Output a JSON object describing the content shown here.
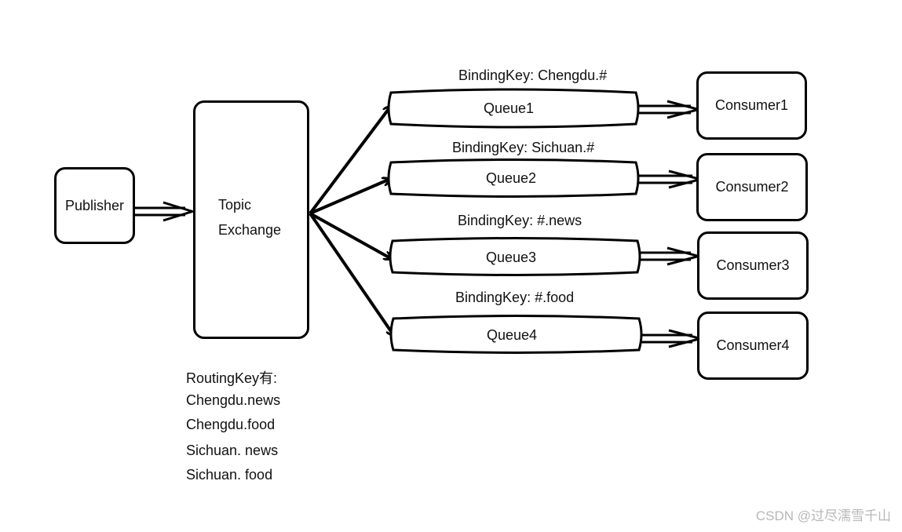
{
  "publisher": {
    "label": "Publisher"
  },
  "exchange": {
    "line1": "Topic",
    "line2": "Exchange"
  },
  "queues": [
    {
      "name": "Queue1",
      "binding_key": "BindingKey: Chengdu.#",
      "consumer": "Consumer1"
    },
    {
      "name": "Queue2",
      "binding_key": "BindingKey: Sichuan.#",
      "consumer": "Consumer2"
    },
    {
      "name": "Queue3",
      "binding_key": "BindingKey: #.news",
      "consumer": "Consumer3"
    },
    {
      "name": "Queue4",
      "binding_key": "BindingKey: #.food",
      "consumer": "Consumer4"
    }
  ],
  "routing_keys": {
    "title": "RoutingKey有:",
    "items": [
      "Chengdu.news",
      "Chengdu.food",
      "Sichuan. news",
      "Sichuan. food"
    ]
  },
  "watermark": "CSDN @过尽濡雪千山"
}
